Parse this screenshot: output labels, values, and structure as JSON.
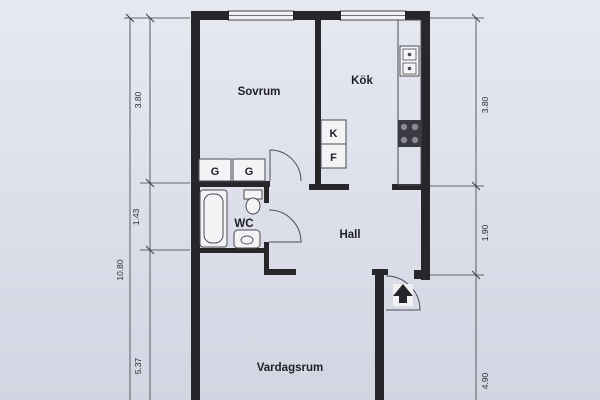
{
  "plan": {
    "rooms": {
      "sovrum": "Sovrum",
      "kok": "Kök",
      "hall": "Hall",
      "wc": "WC",
      "vardagsrum": "Vardagsrum"
    },
    "closets": {
      "g1": "G",
      "g2": "G",
      "k": "K",
      "f": "F"
    },
    "dimensions": {
      "left_total": "10.80",
      "left_top": "3.80",
      "left_mid": "1.43",
      "left_bottom": "5.37",
      "right_top": "3.80",
      "right_mid": "1.90",
      "right_bottom": "4.90"
    }
  }
}
